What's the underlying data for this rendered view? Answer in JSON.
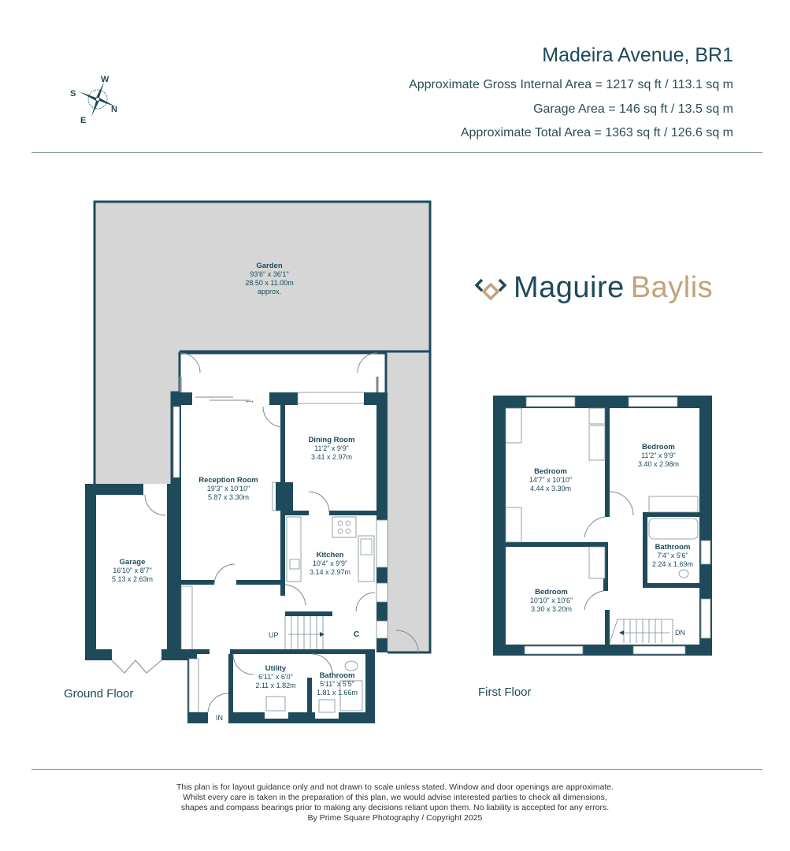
{
  "header": {
    "title": "Madeira Avenue, BR1",
    "areas": [
      "Approximate Gross Internal Area = 1217 sq ft / 113.1 sq m",
      "Garage Area = 146 sq ft / 13.5 sq m",
      "Approximate Total Area = 1363 sq ft / 126.6 sq m"
    ]
  },
  "compass": {
    "icon": "compass-rose-icon",
    "n": "N",
    "s": "S",
    "e": "E",
    "w": "W"
  },
  "brand": {
    "first": "Maguire",
    "second": "Baylis",
    "colors": {
      "primary": "#1e4a5c",
      "accent": "#c4a27a"
    }
  },
  "ground_floor": {
    "label": "Ground Floor",
    "rooms": [
      {
        "name": "Garden",
        "imperial": "93'6\" x 36'1\"",
        "metric": "28.50 x 11.00m",
        "note": "approx."
      },
      {
        "name": "Reception Room",
        "imperial": "19'3\" x 10'10\"",
        "metric": "5.87 x 3.30m"
      },
      {
        "name": "Dining Room",
        "imperial": "11'2\" x 9'9\"",
        "metric": "3.41 x 2.97m"
      },
      {
        "name": "Kitchen",
        "imperial": "10'4\" x 9'9\"",
        "metric": "3.14 x 2.97m"
      },
      {
        "name": "Garage",
        "imperial": "16'10\" x 8'7\"",
        "metric": "5.13 x 2.63m"
      },
      {
        "name": "Utility",
        "imperial": "6'11\" x 6'0\"",
        "metric": "2.11 x 1.82m"
      },
      {
        "name": "Bathroom",
        "imperial": "5'11\" x 5'5\"",
        "metric": "1.81 x 1.66m"
      }
    ],
    "markers": {
      "up": "UP",
      "cupboard": "C",
      "entrance": "IN"
    }
  },
  "first_floor": {
    "label": "First Floor",
    "rooms": [
      {
        "name": "Bedroom",
        "imperial": "14'7\" x 10'10\"",
        "metric": "4.44 x 3.30m"
      },
      {
        "name": "Bedroom",
        "imperial": "11'2\" x 9'9\"",
        "metric": "3.40 x 2.98m"
      },
      {
        "name": "Bathroom",
        "imperial": "7'4\" x 5'6\"",
        "metric": "2.24 x 1.69m"
      },
      {
        "name": "Bedroom",
        "imperial": "10'10\" x 10'6\"",
        "metric": "3.30 x 3.20m"
      }
    ],
    "markers": {
      "down": "DN"
    }
  },
  "footer": {
    "lines": [
      "This plan is for layout guidance only and not drawn to scale unless stated. Window and door openings are approximate.",
      "Whilst every care is taken in the preparation of this plan, we would advise interested parties to check all dimensions,",
      "shapes and compass bearings prior to making any decisions reliant upon them. No liability is accepted for any errors.",
      "By Prime Square Photography / Copyright 2025"
    ]
  },
  "colors": {
    "wall": "#1e4a5c",
    "garden": "#d6d6d6",
    "rule": "#8a9ea6"
  }
}
